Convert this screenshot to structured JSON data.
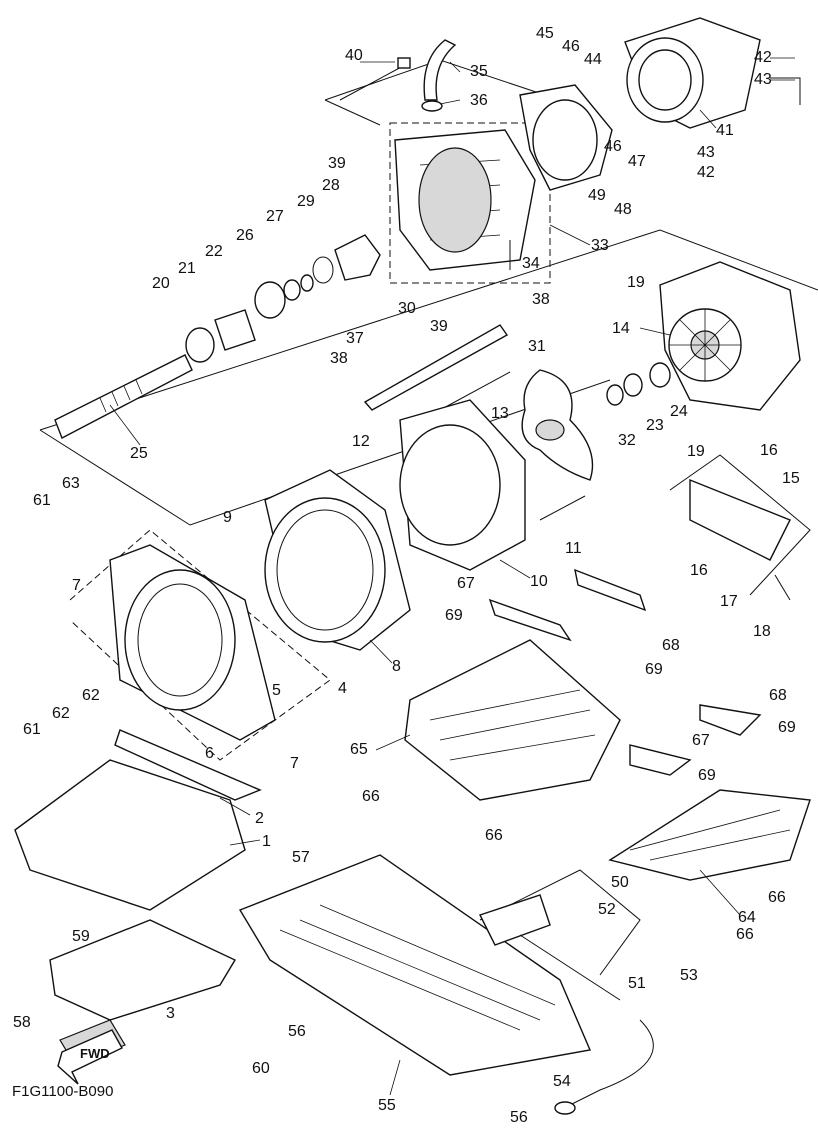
{
  "diagram_code": "F1G1100-B090",
  "direction_label": "FWD",
  "callouts": [
    "1",
    "2",
    "3",
    "4",
    "5",
    "6",
    "7",
    "8",
    "9",
    "10",
    "11",
    "12",
    "13",
    "14",
    "15",
    "16",
    "17",
    "18",
    "19",
    "20",
    "21",
    "22",
    "23",
    "24",
    "25",
    "26",
    "27",
    "28",
    "29",
    "30",
    "31",
    "32",
    "33",
    "34",
    "35",
    "36",
    "37",
    "38",
    "39",
    "40",
    "41",
    "42",
    "43",
    "44",
    "45",
    "46",
    "47",
    "48",
    "49",
    "50",
    "51",
    "52",
    "53",
    "54",
    "55",
    "56",
    "57",
    "58",
    "59",
    "60",
    "61",
    "62",
    "63",
    "64",
    "65",
    "66",
    "67",
    "68",
    "69"
  ]
}
